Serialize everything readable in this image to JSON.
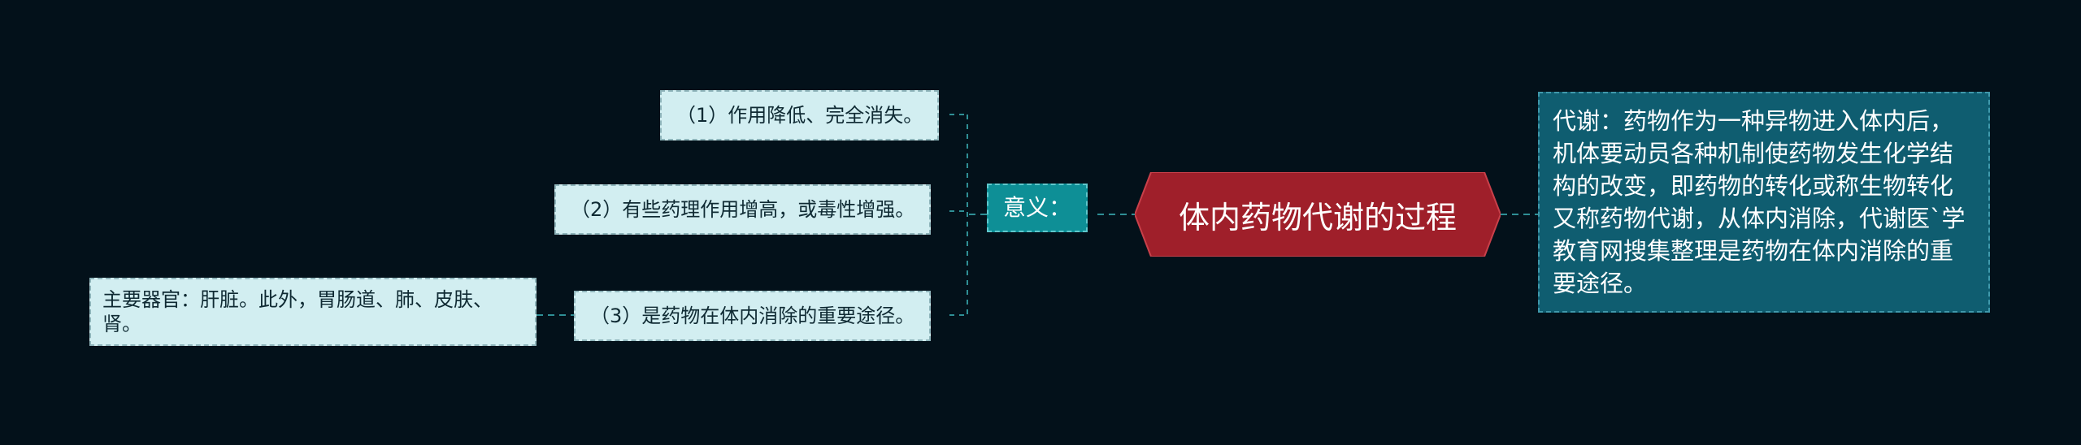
{
  "center": {
    "title": "体内药物代谢的过程"
  },
  "description": "代谢：药物作为一种异物进入体内后，机体要动员各种机制使药物发生化学结构的改变，即药物的转化或称生物转化又称药物代谢，从体内消除，代谢医`学教育网搜集整理是药物在体内消除的重要途径。",
  "meaning": {
    "label": "意义：",
    "items": [
      "（1）作用降低、完全消失。",
      "（2）有些药理作用增高，或毒性增强。",
      "（3）是药物在体内消除的重要途径。"
    ]
  },
  "organ_note": "主要器官：肝脏。此外，胃肠道、肺、皮肤、肾。",
  "colors": {
    "background": "#03111a",
    "center_fill": "#9f1f2a",
    "label_fill": "#0e8f96",
    "desc_fill": "#0f5d70",
    "leaf_fill": "#d2eef1",
    "connector": "#2f8f95"
  }
}
